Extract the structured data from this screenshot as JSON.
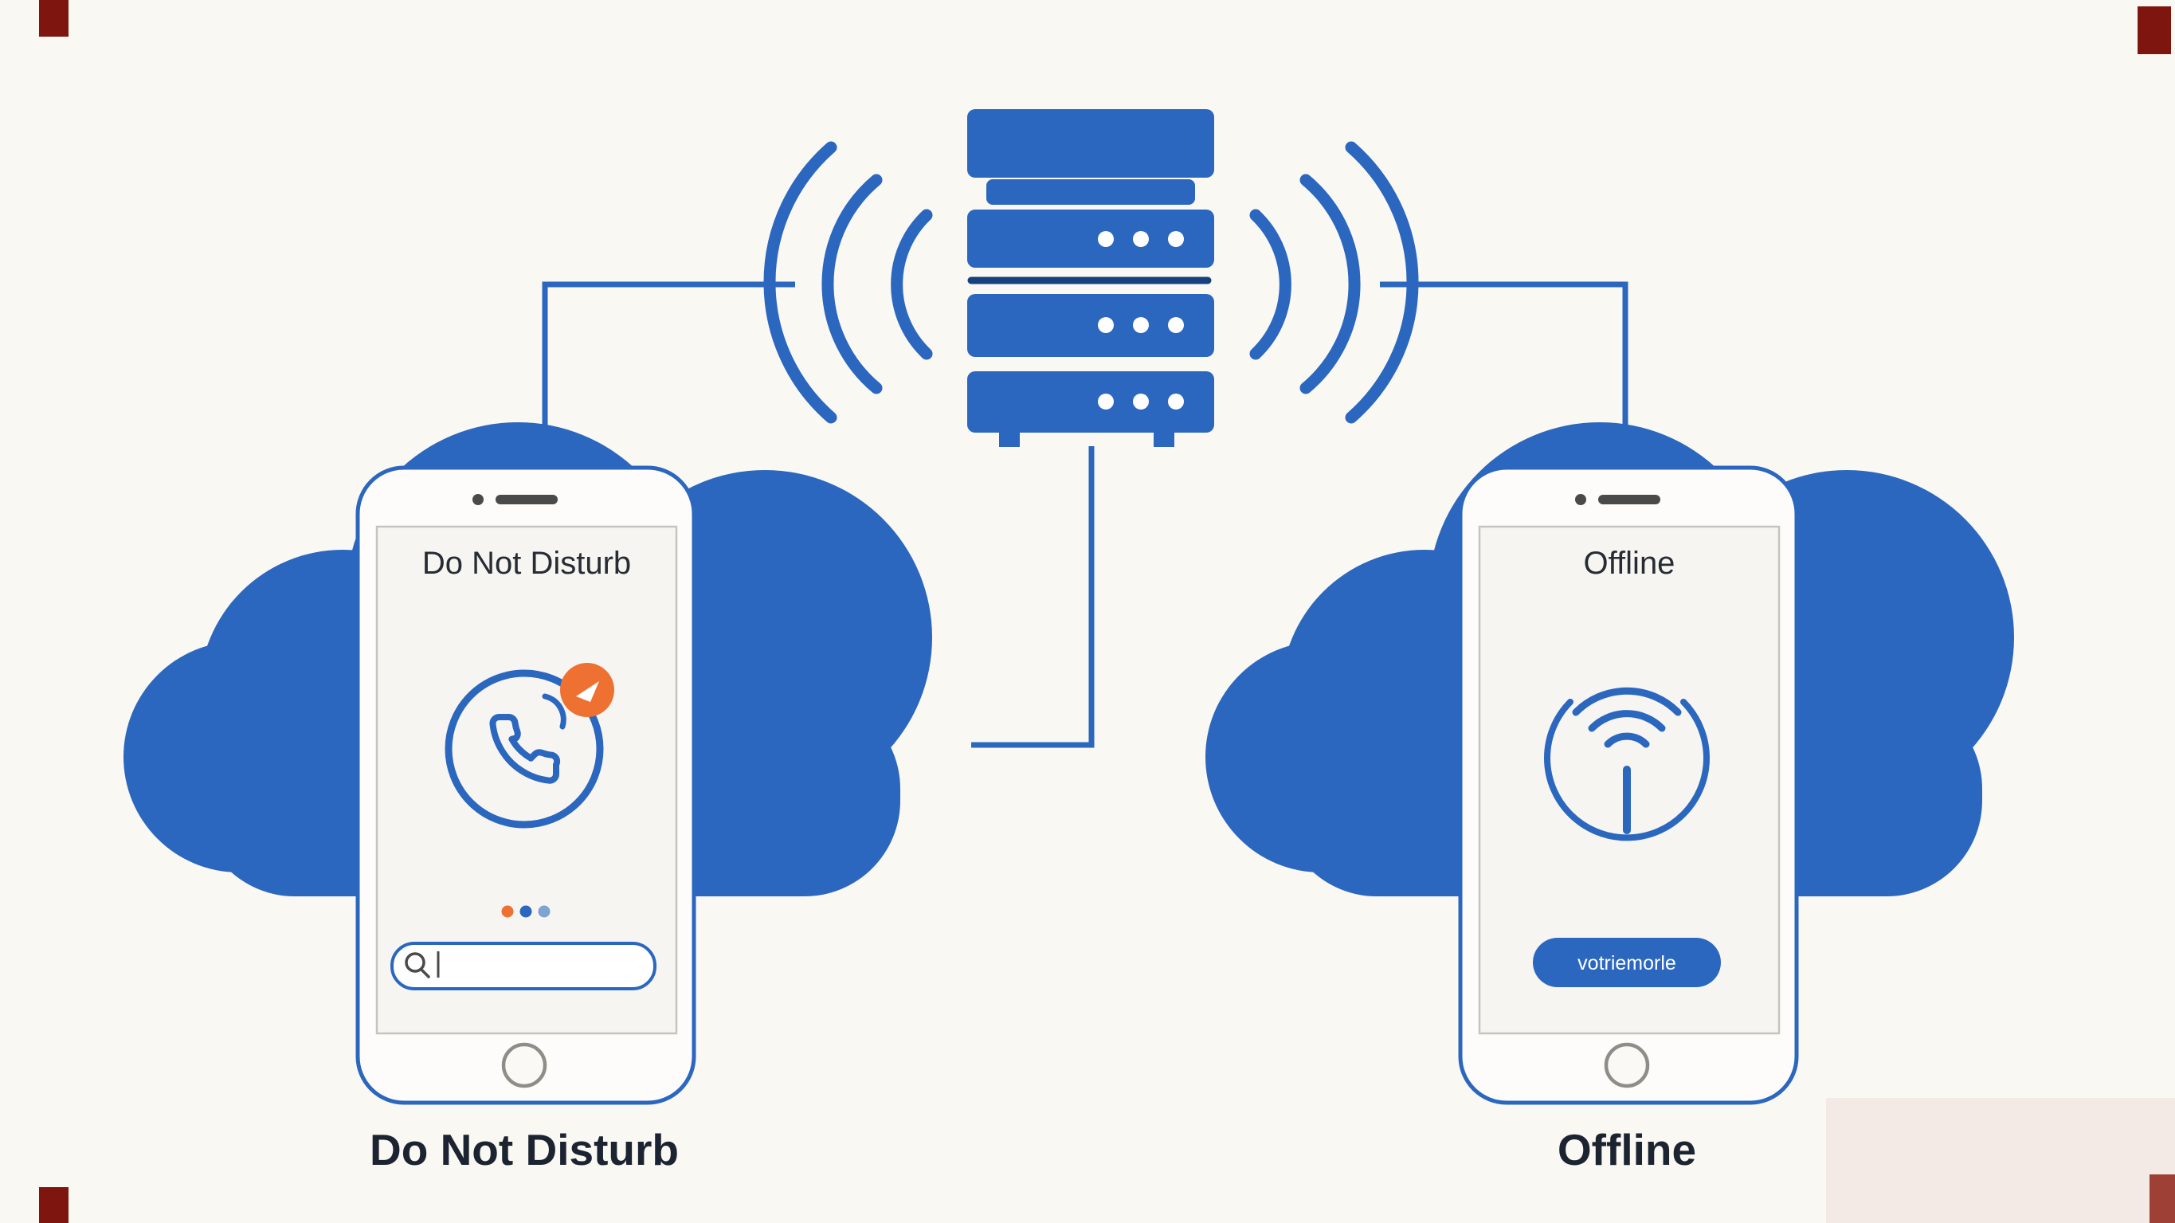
{
  "colors": {
    "background": "#faf8f3",
    "primary_blue": "#2b67be",
    "dark_navy": "#17407e",
    "accent_orange": "#ee7132",
    "caption_text": "#1b2430",
    "corner_mark_red": "#7e150e"
  },
  "left_phone": {
    "screen_title": "Do Not Disturb",
    "caption": "Do Not Disturb"
  },
  "right_phone": {
    "screen_title": "Offline",
    "caption": "Offline",
    "button_label": "votriemorle"
  },
  "icons": {
    "center": "server-rack-icon",
    "center_waves": "signal-waves-icon",
    "left_screen": "phone-call-icon",
    "left_badge": "notification-badge-icon",
    "left_field": "search-icon",
    "right_screen": "wifi-offline-icon"
  }
}
